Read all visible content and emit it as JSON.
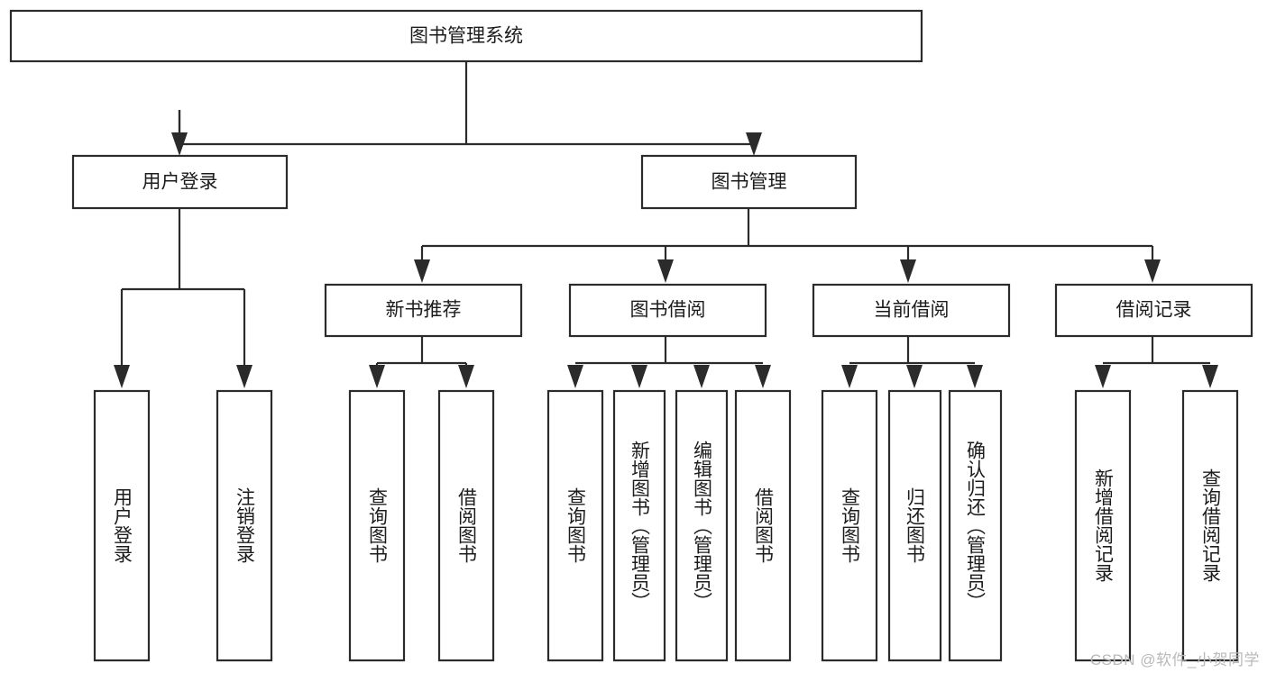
{
  "diagram": {
    "type": "tree-hierarchy",
    "title": "图书管理系统",
    "orientation": "top-down",
    "root": {
      "id": "root",
      "label": "图书管理系统",
      "text_direction": "horizontal"
    },
    "level2": [
      {
        "id": "user-login",
        "label": "用户登录",
        "text_direction": "horizontal"
      },
      {
        "id": "book-manage",
        "label": "图书管理",
        "text_direction": "horizontal"
      }
    ],
    "level3": [
      {
        "id": "new-book-recommend",
        "label": "新书推荐",
        "parent": "book-manage",
        "text_direction": "horizontal"
      },
      {
        "id": "book-borrow",
        "label": "图书借阅",
        "parent": "book-manage",
        "text_direction": "horizontal"
      },
      {
        "id": "current-borrow",
        "label": "当前借阅",
        "parent": "book-manage",
        "text_direction": "horizontal"
      },
      {
        "id": "borrow-record",
        "label": "借阅记录",
        "parent": "book-manage",
        "text_direction": "horizontal"
      }
    ],
    "leaves": [
      {
        "id": "leaf-user-login",
        "label": "用户登录",
        "parent": "user-login",
        "text_direction": "vertical"
      },
      {
        "id": "leaf-logout-login",
        "label": "注销登录",
        "parent": "user-login",
        "text_direction": "vertical"
      },
      {
        "id": "leaf-query-book-1",
        "label": "查询图书",
        "parent": "new-book-recommend",
        "text_direction": "vertical"
      },
      {
        "id": "leaf-borrow-book-1",
        "label": "借阅图书",
        "parent": "new-book-recommend",
        "text_direction": "vertical"
      },
      {
        "id": "leaf-query-book-2",
        "label": "查询图书",
        "parent": "book-borrow",
        "text_direction": "vertical"
      },
      {
        "id": "leaf-add-book",
        "label": "新增图书（管理员）",
        "parent": "book-borrow",
        "text_direction": "vertical"
      },
      {
        "id": "leaf-edit-book",
        "label": "编辑图书（管理员）",
        "parent": "book-borrow",
        "text_direction": "vertical"
      },
      {
        "id": "leaf-borrow-book-2",
        "label": "借阅图书",
        "parent": "book-borrow",
        "text_direction": "vertical"
      },
      {
        "id": "leaf-query-book-3",
        "label": "查询图书",
        "parent": "current-borrow",
        "text_direction": "vertical"
      },
      {
        "id": "leaf-return-book",
        "label": "归还图书",
        "parent": "current-borrow",
        "text_direction": "vertical"
      },
      {
        "id": "leaf-confirm-return",
        "label": "确认归还（管理员）",
        "parent": "current-borrow",
        "text_direction": "vertical"
      },
      {
        "id": "leaf-add-record",
        "label": "新增借阅记录",
        "parent": "borrow-record",
        "text_direction": "vertical"
      },
      {
        "id": "leaf-query-record",
        "label": "查询借阅记录",
        "parent": "borrow-record",
        "text_direction": "vertical"
      }
    ],
    "watermark": "CSDN @软件_小贺同学",
    "colors": {
      "box_stroke": "#2b2b2b",
      "box_fill": "#ffffff",
      "text": "#1c1c1c",
      "background": "#ffffff",
      "watermark": "#b9b9b9"
    }
  }
}
